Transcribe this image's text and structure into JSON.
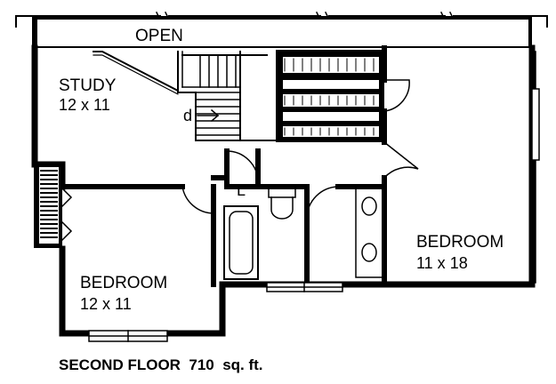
{
  "plan": {
    "open_label": "OPEN",
    "study": {
      "name": "STUDY",
      "size": "12 x 11"
    },
    "stair_down_label": "d",
    "laundry_label": "L",
    "bedroom_right": {
      "name": "BEDROOM",
      "size": "11 x 18"
    },
    "bedroom_left": {
      "name": "BEDROOM",
      "size": "12 x 11"
    },
    "caption": "SECOND FLOOR  710  sq. ft."
  }
}
